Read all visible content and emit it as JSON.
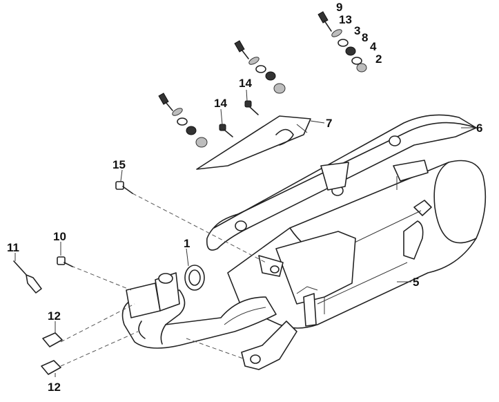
{
  "diagram": {
    "callouts": [
      {
        "id": "c9",
        "label": "9"
      },
      {
        "id": "c13",
        "label": "13"
      },
      {
        "id": "c3",
        "label": "3"
      },
      {
        "id": "c8",
        "label": "8"
      },
      {
        "id": "c4",
        "label": "4"
      },
      {
        "id": "c2",
        "label": "2"
      },
      {
        "id": "c14a",
        "label": "14"
      },
      {
        "id": "c14b",
        "label": "14"
      },
      {
        "id": "c7",
        "label": "7"
      },
      {
        "id": "c6",
        "label": "6"
      },
      {
        "id": "c15",
        "label": "15"
      },
      {
        "id": "c1",
        "label": "1"
      },
      {
        "id": "c10",
        "label": "10"
      },
      {
        "id": "c11",
        "label": "11"
      },
      {
        "id": "c5",
        "label": "5"
      },
      {
        "id": "c12a",
        "label": "12"
      },
      {
        "id": "c12b",
        "label": "12"
      }
    ],
    "colors": {
      "line": "#222222",
      "fill": "#ffffff",
      "hardware": "#333333",
      "washer": "#bdbdbd"
    }
  }
}
